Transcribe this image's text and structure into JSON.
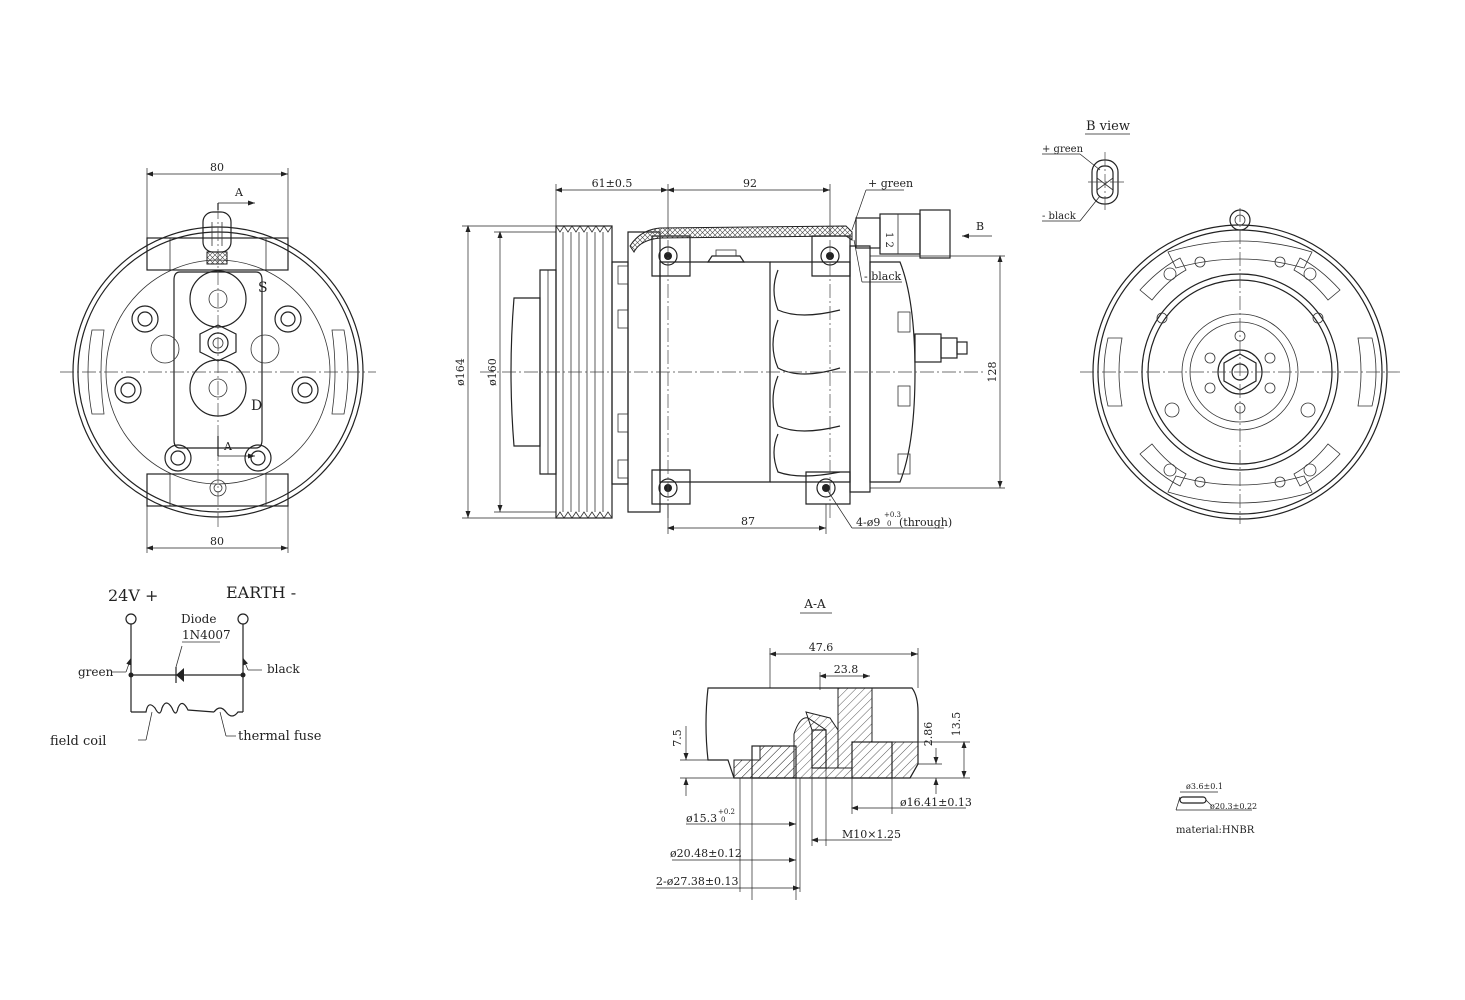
{
  "front_view": {
    "dim_top": "80",
    "dim_bottom": "80",
    "label_suction": "S",
    "label_discharge": "D",
    "section_mark_top": "A",
    "section_mark_bottom": "A"
  },
  "side_view": {
    "dim_61": "61±0.5",
    "dim_92": "92",
    "dim_87": "87",
    "dim_dia164": "ø164",
    "dim_dia160": "ø160",
    "dim_128": "128",
    "note_holes_prefix": "4-ø9",
    "note_holes_tol_upper": "+0.3",
    "note_holes_tol_lower": "0",
    "note_holes_suffix": "(through)",
    "wire_green": "+ green",
    "wire_black": "- black",
    "connector_pins": "1 2",
    "view_arrow_label": "B"
  },
  "b_view": {
    "title": "B view",
    "green": "+ green",
    "black": "- black"
  },
  "wiring": {
    "supply_label": "24V +",
    "earth_label": "EARTH -",
    "diode_label": "Diode",
    "diode_part": "1N4007",
    "green": "green",
    "black": "black",
    "field_coil": "field coil",
    "thermal_fuse": "thermal fuse"
  },
  "section_aa": {
    "title": "A-A",
    "dim_47_6": "47.6",
    "dim_23_8": "23.8",
    "dim_7_5": "7.5",
    "dim_2_86": "2.86",
    "dim_13_5": "13.5",
    "dim_16_41": "ø16.41±0.13",
    "dim_15_3": "ø15.3",
    "dim_15_3_upper": "+0.2",
    "dim_15_3_lower": "0",
    "thread": "M10×1.25",
    "dim_20_48": "ø20.48±0.12",
    "dim_27_38": "2-ø27.38±0.13"
  },
  "oring": {
    "cross_section": "ø3.6±0.1",
    "inner_dia": "ø20.3±0.22",
    "material": "material:HNBR"
  }
}
